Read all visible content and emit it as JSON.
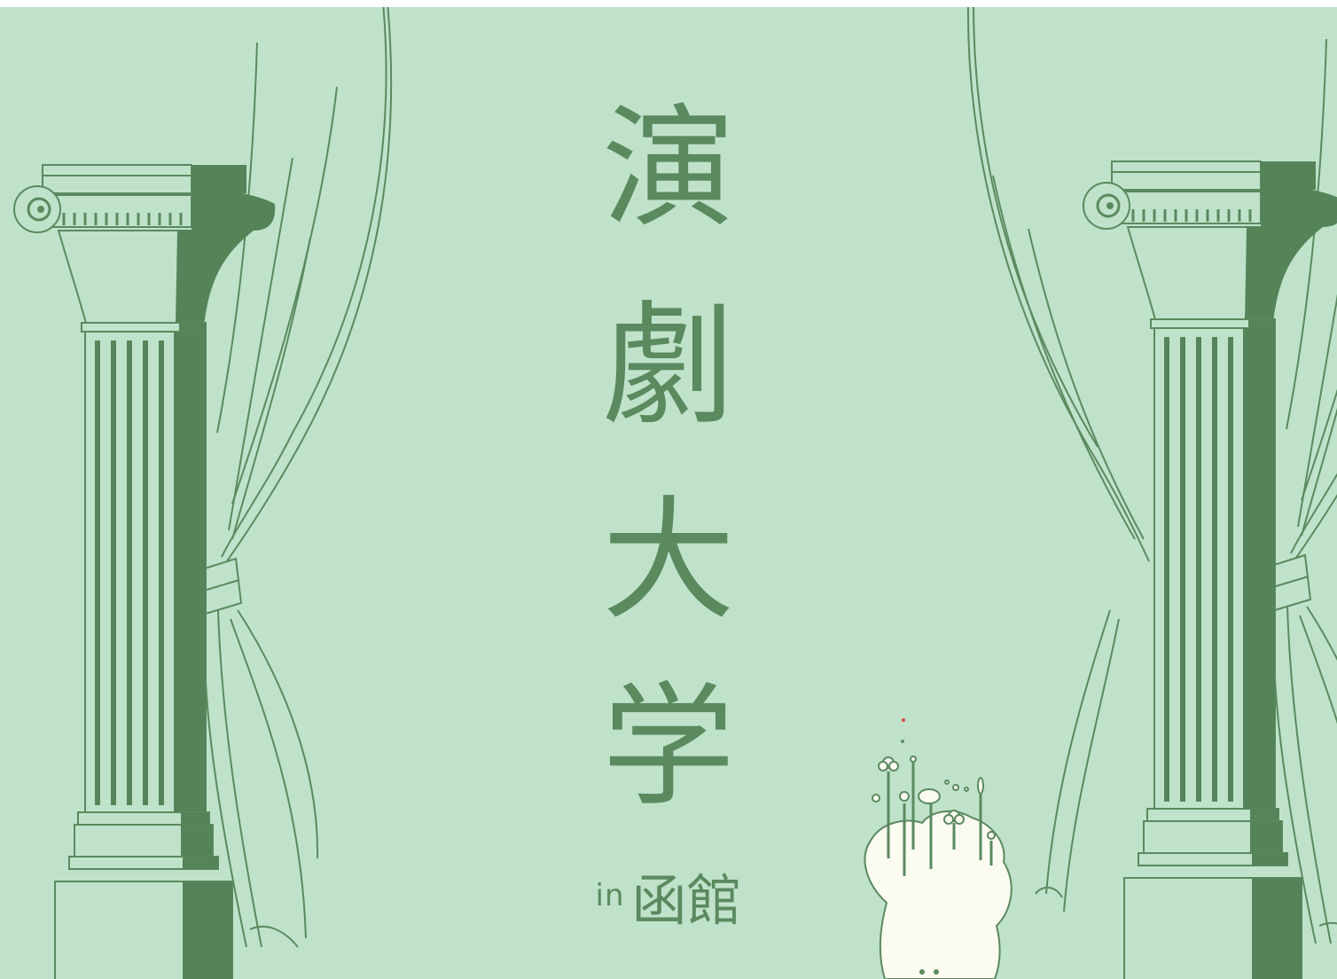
{
  "colors": {
    "background": "#c0e2cb",
    "ink": "#5a8a5e",
    "dark": "#548458",
    "cream": "#fbfbf2"
  },
  "title": {
    "chars": [
      "演",
      "劇",
      "大",
      "学"
    ],
    "prefix": "in",
    "place": "函館"
  },
  "illustrations": {
    "left": "ionic-column-with-curtain",
    "right": "ionic-column-with-curtain",
    "mascot": "flower-haired-character"
  }
}
